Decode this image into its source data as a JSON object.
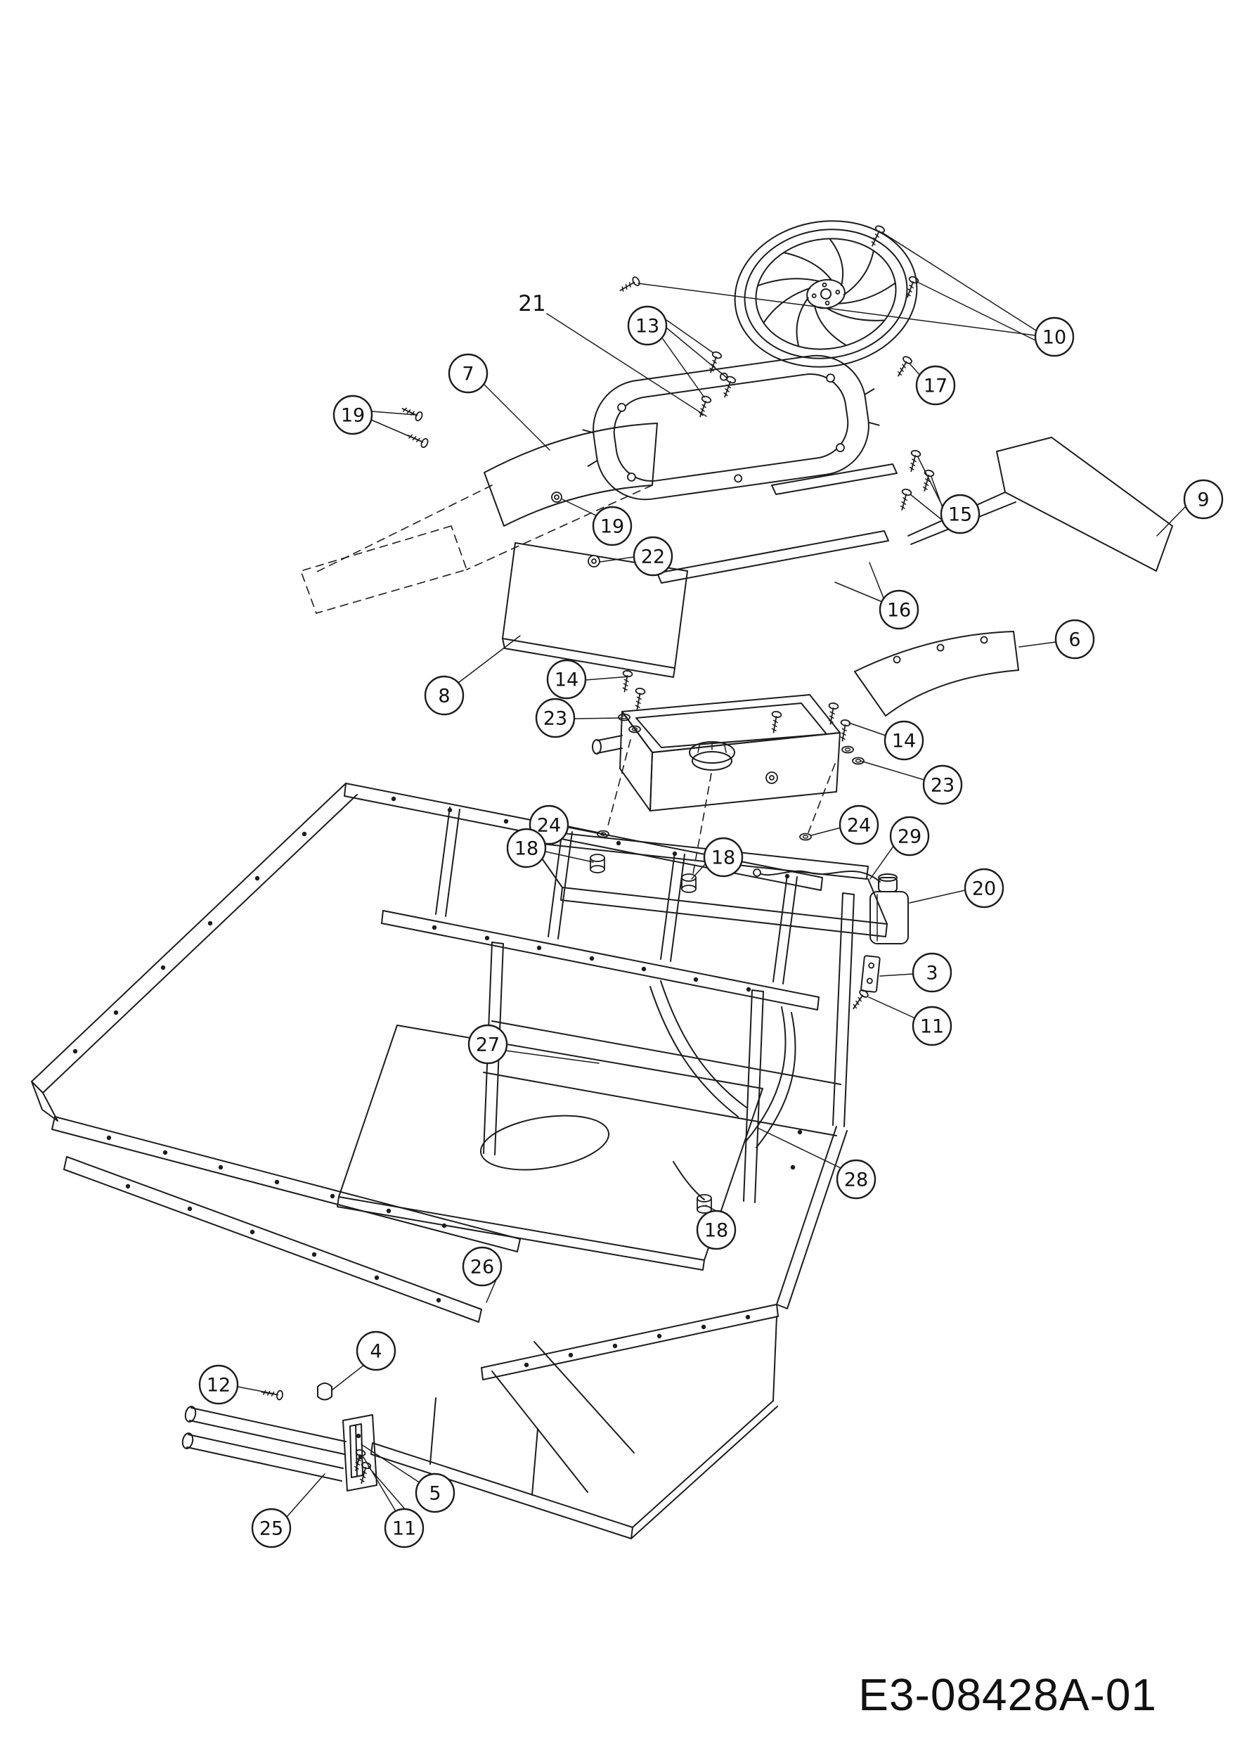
{
  "diagram": {
    "part_code": "E3-08428A-01",
    "colors": {
      "ink": "#1c1c1c",
      "background": "#ffffff"
    },
    "callouts": [
      {
        "label": "21",
        "circled": false
      },
      {
        "label": "13"
      },
      {
        "label": "10"
      },
      {
        "label": "7"
      },
      {
        "label": "19"
      },
      {
        "label": "17"
      },
      {
        "label": "19"
      },
      {
        "label": "9"
      },
      {
        "label": "22"
      },
      {
        "label": "15"
      },
      {
        "label": "16"
      },
      {
        "label": "6"
      },
      {
        "label": "8"
      },
      {
        "label": "14"
      },
      {
        "label": "23"
      },
      {
        "label": "14"
      },
      {
        "label": "23"
      },
      {
        "label": "24"
      },
      {
        "label": "18"
      },
      {
        "label": "18"
      },
      {
        "label": "24"
      },
      {
        "label": "29"
      },
      {
        "label": "20"
      },
      {
        "label": "3"
      },
      {
        "label": "11"
      },
      {
        "label": "27"
      },
      {
        "label": "28"
      },
      {
        "label": "18"
      },
      {
        "label": "26"
      },
      {
        "label": "4"
      },
      {
        "label": "12"
      },
      {
        "label": "5"
      },
      {
        "label": "25"
      },
      {
        "label": "11"
      }
    ]
  }
}
